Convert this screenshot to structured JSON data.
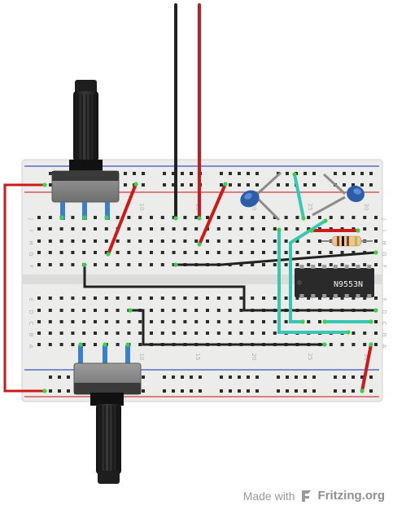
{
  "credit": {
    "made_with": "Made with",
    "brand": "Fritzing.org",
    "icon": "fritzing-logo-icon"
  },
  "chip": {
    "label": "N9553N"
  },
  "breadboard": {
    "column_numbers": [
      "10",
      "15",
      "20",
      "25",
      "30"
    ],
    "row_letters_top": [
      "J",
      "I",
      "H",
      "G",
      "F"
    ],
    "row_letters_bottom": [
      "E",
      "D",
      "C",
      "B",
      "A"
    ]
  },
  "colors": {
    "wire_red": "#cc1a1a",
    "wire_black": "#222222",
    "wire_teal": "#36c8b4",
    "rail_blue": "#3a52c4",
    "rail_red": "#d23a3a",
    "board": "#ececea",
    "chip": "#2a2a2a",
    "capacitor": "#2a5ea8"
  }
}
